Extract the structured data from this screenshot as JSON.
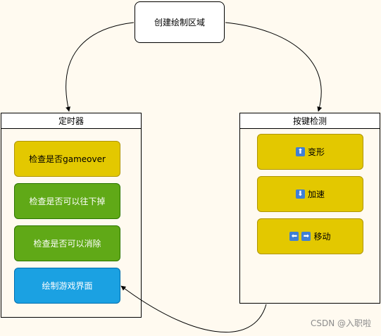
{
  "start": {
    "label": "创建绘制区域"
  },
  "timer": {
    "title": "定时器",
    "steps": [
      {
        "label": "检查是否gameover"
      },
      {
        "label": "检查是否可以往下掉"
      },
      {
        "label": "检查是否可以消除"
      },
      {
        "label": "绘制游戏界面"
      }
    ]
  },
  "keys": {
    "title": "按键检测",
    "actions": [
      {
        "icons": [
          "⬆"
        ],
        "label": "变形"
      },
      {
        "icons": [
          "⬇"
        ],
        "label": "加速"
      },
      {
        "icons": [
          "⬅",
          "➡"
        ],
        "label": "移动"
      }
    ]
  },
  "watermark": "CSDN @入职啦",
  "colors": {
    "background": "#fffaf0",
    "yellow": "#e3c800",
    "green": "#60a917",
    "blue": "#1ba1e2",
    "key_icon": "#3f7fd6"
  }
}
